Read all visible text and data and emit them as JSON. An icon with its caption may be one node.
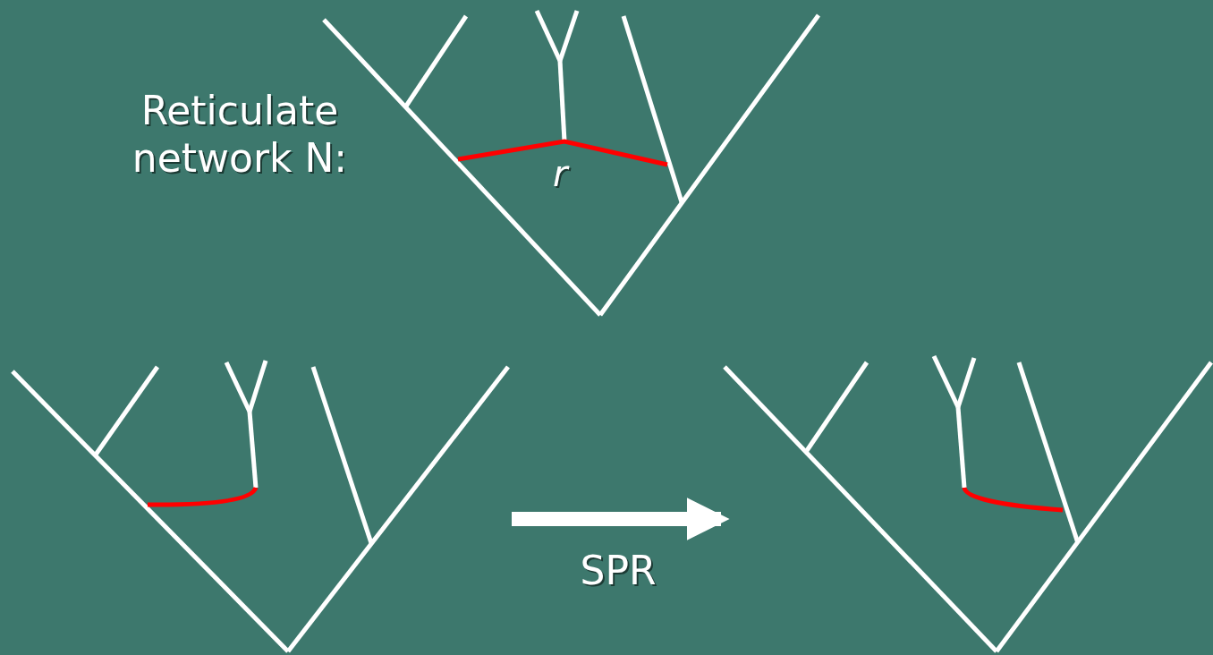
{
  "diagram": {
    "nodes": [
      {
        "text": [],
        "shape": "tree"
      },
      {
        "text": [],
        "shape": "tree"
      }
    ],
    "edges": [
      {
        "from": 0,
        "to": 1,
        "arrow": "to",
        "label": "SPR"
      }
    ],
    "labels": [
      "Reticulate network N:",
      "r"
    ]
  }
}
